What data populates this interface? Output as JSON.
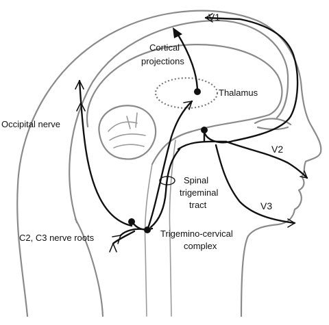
{
  "labels": {
    "v1": "V1",
    "v2": "V2",
    "v3": "V3",
    "cortical_1": "Cortical",
    "cortical_2": "projections",
    "thalamus": "Thalamus",
    "occipital_nerve": "Occipital nerve",
    "spinal_1": "Spinal",
    "spinal_2": "trigeminal",
    "spinal_3": "tract",
    "c2c3": "C2, C3 nerve roots",
    "tcc_1": "Trigemino-cervical",
    "tcc_2": "complex"
  }
}
